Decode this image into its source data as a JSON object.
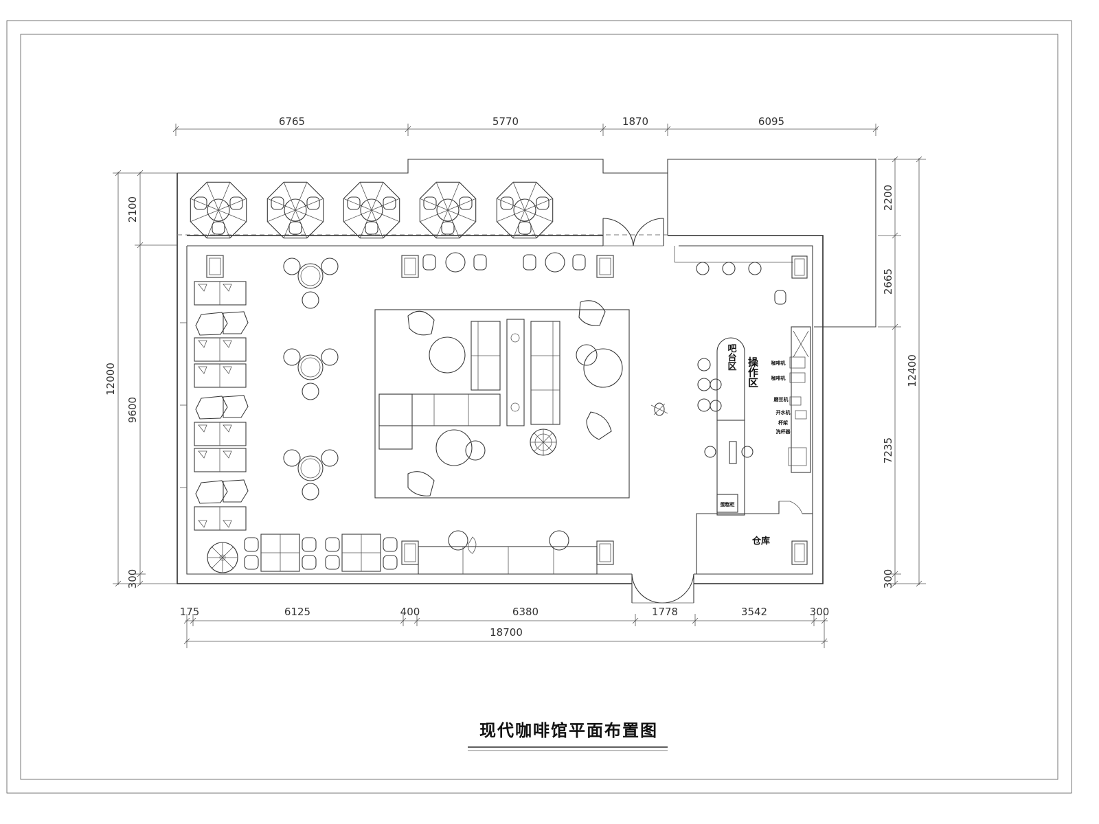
{
  "title": "现代咖啡馆平面布置图",
  "dimensions": {
    "top": [
      "6765",
      "5770",
      "1870",
      "6095"
    ],
    "bottom": [
      "175",
      "6125",
      "400",
      "6380",
      "1778",
      "3542",
      "300"
    ],
    "bottom_total": "18700",
    "left_outer": "12000",
    "left_inner": [
      "2100",
      "9600",
      "300"
    ],
    "right_outer": "12400",
    "right_inner": [
      "2200",
      "2665",
      "7235",
      "300"
    ]
  },
  "zones": {
    "bar": "吧台区",
    "operation": "操作区",
    "storage": "仓库"
  },
  "equipment": {
    "coffee1": "咖啡机",
    "coffee2": "咖啡机",
    "grinder": "磨豆机",
    "water": "开水机",
    "shelf": "杯架",
    "cupwash": "洗杯器",
    "icemaker": "蛋糕柜"
  }
}
